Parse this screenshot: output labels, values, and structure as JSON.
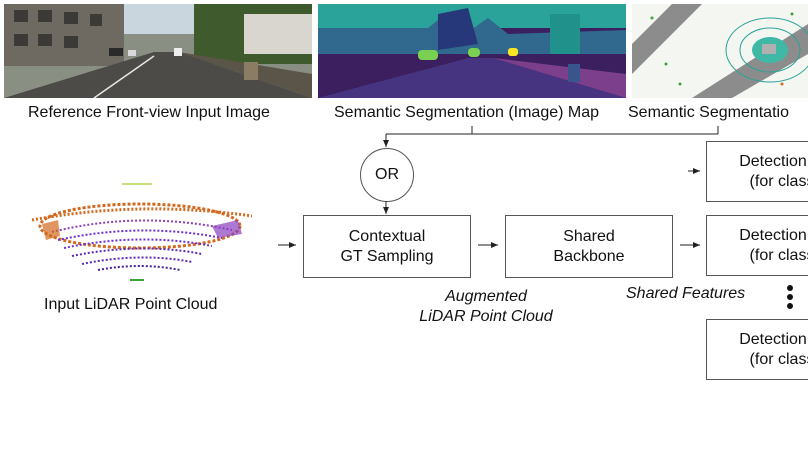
{
  "images": {
    "front_view": {
      "caption": "Reference Front-view Input Image"
    },
    "seg_image": {
      "caption": "Semantic Segmentation (Image) Map"
    },
    "seg_bev": {
      "caption": "Semantic Segmentatio"
    }
  },
  "or_node": {
    "label": "OR"
  },
  "lidar": {
    "caption": "Input LiDAR Point Cloud"
  },
  "gt_sampling": {
    "line1": "Contextual",
    "line2": "GT Sampling"
  },
  "augmented": {
    "line1": "Augmented",
    "line2": "LiDAR Point Cloud"
  },
  "backbone": {
    "line1": "Shared",
    "line2": "Backbone"
  },
  "shared_features": {
    "label": "Shared Features"
  },
  "detection_heads": [
    {
      "line1": "Detection",
      "line2": "(for class"
    },
    {
      "line1": "Detection",
      "line2": "(for class"
    },
    {
      "line1": "Detection",
      "line2": "(for class"
    }
  ],
  "colors": {
    "seg_purple": "#3b1f5e",
    "seg_teal": "#2aa39a",
    "seg_green": "#7ad151",
    "lidar_purple": "#6a2fd6",
    "lidar_orange": "#d2691e"
  }
}
